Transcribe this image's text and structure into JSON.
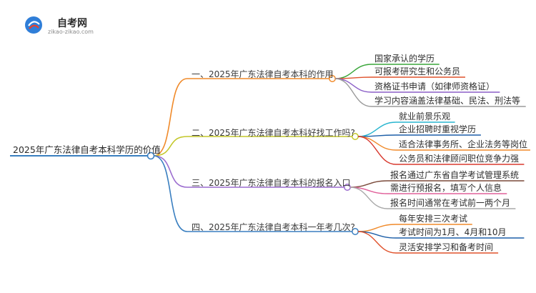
{
  "logo": {
    "title": "自考网",
    "subtitle": "zikao-zikao.com"
  },
  "root": "2025年广东法律自考本科学历的价值",
  "branches": [
    {
      "label": "一、2025年广东法律自考本科的作用",
      "color": "#f08a2a",
      "leaves": [
        {
          "label": "国家承认的学历",
          "color": "#3aa63a"
        },
        {
          "label": "可报考研究生和公务员",
          "color": "#e0522c"
        },
        {
          "label": "资格证书申请（如律师资格证）",
          "color": "#8b5fc7"
        },
        {
          "label": "学习内容涵盖法律基础、民法、刑法等",
          "color": "#9a9a9a"
        }
      ]
    },
    {
      "label": "二、2025年广东法律自考本科好找工作吗?",
      "color": "#c3c72a",
      "leaves": [
        {
          "label": "就业前景乐观",
          "color": "#28b5cf"
        },
        {
          "label": "企业招聘时重视学历",
          "color": "#1d5fa8"
        },
        {
          "label": "适合法律事务所、企业法务等岗位",
          "color": "#f08a2a"
        },
        {
          "label": "公务员和法律顾问职位竞争力强",
          "color": "#d8392f"
        }
      ]
    },
    {
      "label": "三、2025年广东法律自考本科的报名入口",
      "color": "#9b6ccf",
      "leaves": [
        {
          "label": "报名通过广东省自学考试管理系统",
          "color": "#7a4a3a"
        },
        {
          "label": "需进行预报名，填写个人信息",
          "color": "#e0609a"
        },
        {
          "label": "报名时间通常在考试前一两个月",
          "color": "#a8a8a8"
        }
      ]
    },
    {
      "label": "四、2025年广东法律自考本科一年考几次?",
      "color": "#3a7fc0",
      "leaves": [
        {
          "label": "每年安排三次考试",
          "color": "#f08a2a"
        },
        {
          "label": "考试时间为1月、4月和10月",
          "color": "#1d5fa8"
        },
        {
          "label": "灵活安排学习和备考时间",
          "color": "#e0522c"
        }
      ]
    }
  ]
}
